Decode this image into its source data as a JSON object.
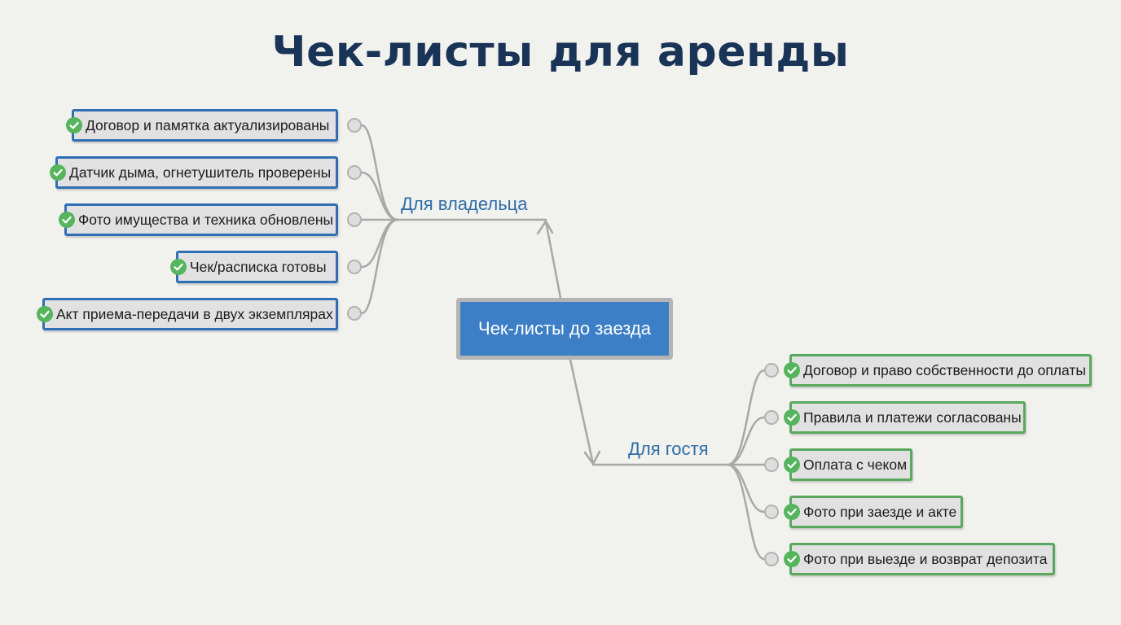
{
  "title": "Чек-листы для аренды",
  "root": {
    "label": "Чек-листы до заезда"
  },
  "branches": {
    "owner": {
      "label": "Для владельца",
      "items": [
        "Договор и памятка актуализированы",
        "Датчик дыма, огнетушитель проверены",
        "Фото имущества и техника обновлены",
        "Чек/расписка готовы",
        "Акт приема-передачи в двух экземплярах"
      ]
    },
    "guest": {
      "label": "Для гостя",
      "items": [
        "Договор и право собственности до оплаты",
        "Правила и платежи согласованы",
        "Оплата с чеком",
        "Фото при заезде и акте",
        "Фото при выезде и возврат депозита"
      ]
    }
  },
  "icons": {
    "item": "check-circle-icon",
    "connector": "connector-dot-icon"
  },
  "colors": {
    "title": "#1a3457",
    "root_fill": "#3d7fc6",
    "branch_label": "#2f6da8",
    "owner_border": "#2f6fb5",
    "guest_border": "#59a85e",
    "check": "#55b45c",
    "connector": "#a8a8a8"
  }
}
